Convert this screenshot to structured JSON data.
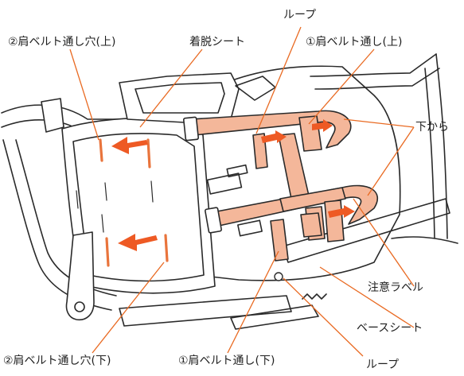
{
  "labels": {
    "loop_top": "ループ",
    "hole2_upper": "②肩ベルト通し穴(上)",
    "removable_seat": "着脱シート",
    "belt1_upper": "①肩ベルト通し(上)",
    "from_below": "下から",
    "caution_label": "注意ラベル",
    "base_seat": "ベースシート",
    "hole2_lower": "②肩ベルト通し穴(下)",
    "belt1_lower": "①肩ベルト通し(下)",
    "loop_bottom": "ループ"
  },
  "colors": {
    "strap": "#f4b79a",
    "arrow": "#ee5a24",
    "hole": "#e9743c",
    "line": "#2a2a2a",
    "leader": "#e96a22"
  }
}
